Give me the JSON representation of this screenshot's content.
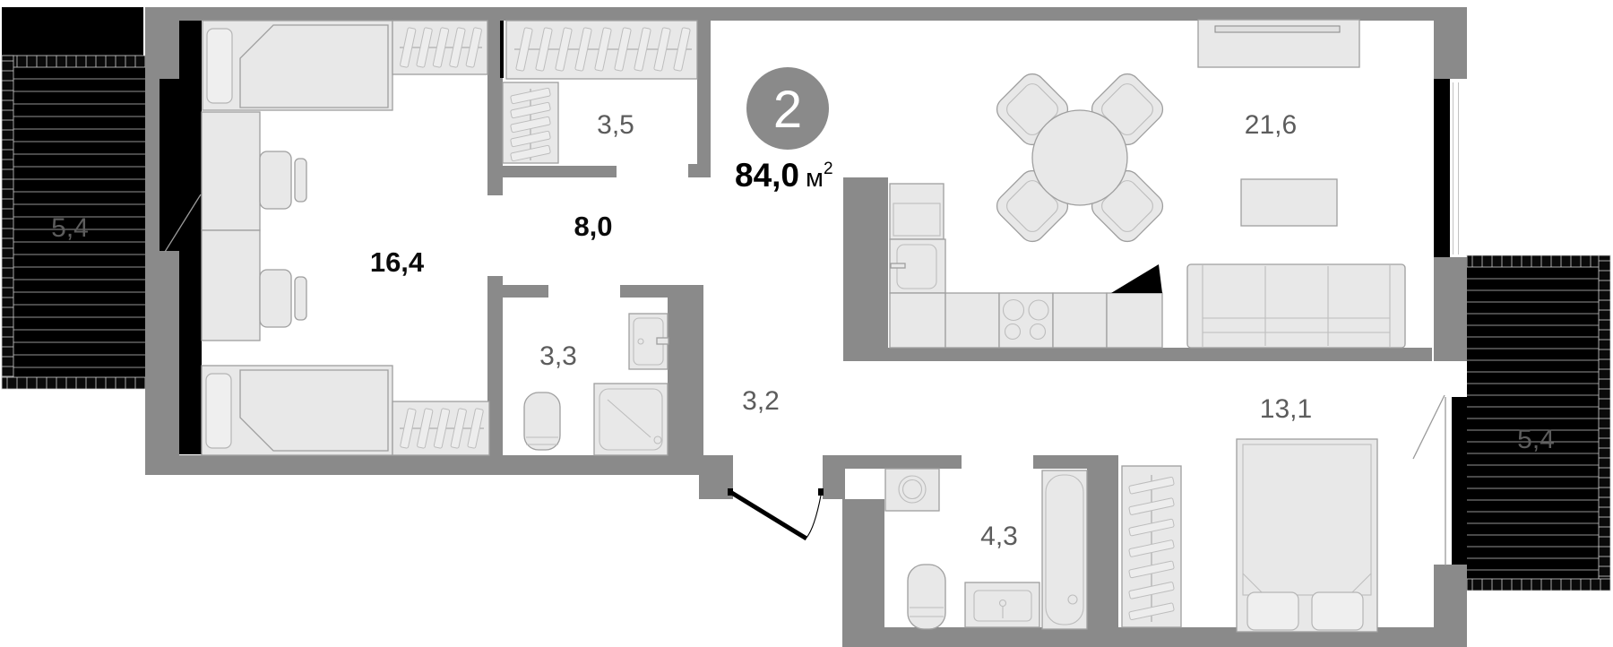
{
  "badge": {
    "room_count": "2"
  },
  "total_area": {
    "value": "84,0",
    "unit": "м",
    "power": "2"
  },
  "rooms": {
    "bedroom_children": {
      "area": "16,4"
    },
    "wardrobe_room": {
      "area": "3,5"
    },
    "hallway": {
      "area": "8,0"
    },
    "shower_room": {
      "area": "3,3"
    },
    "entry_hall": {
      "area": "3,2"
    },
    "kitchen_living": {
      "area": "21,6"
    },
    "bathroom": {
      "area": "4,3"
    },
    "bedroom_master": {
      "area": "13,1"
    },
    "loggia_left": {
      "area": "5,4"
    },
    "loggia_right": {
      "area": "5,4"
    }
  },
  "colors": {
    "wall_gray": "#8a8a8a",
    "glazing_black": "#000000",
    "furniture_fill": "#e8e8e8",
    "outline_gray": "#9f9f9f",
    "label_gray": "#5c5c5c",
    "label_black": "#0b0b0b",
    "badge_fill": "#8a8a8a",
    "badge_text": "#ffffff",
    "deck_line": "#757575"
  }
}
